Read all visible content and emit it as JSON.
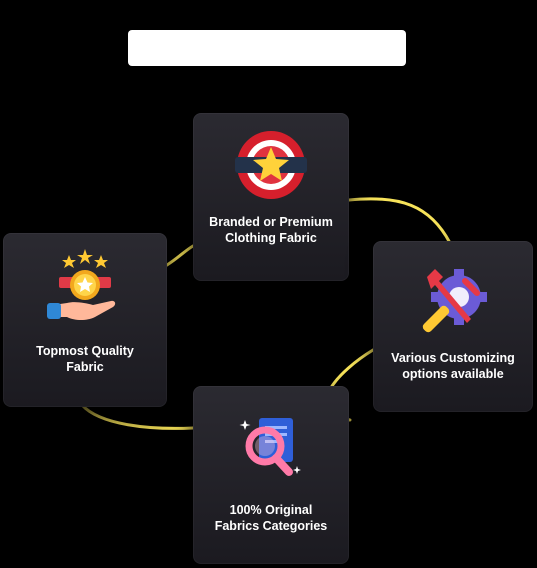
{
  "colors": {
    "background": "#000000",
    "connector": "#f7e35a",
    "card_top": "#2b2a31",
    "card_bottom": "#1b1a20",
    "text": "#ffffff"
  },
  "cards": {
    "branded": {
      "label_line1": "Branded or Premium",
      "label_line2": "Clothing Fabric",
      "icon": "star-seal-badge-icon"
    },
    "topmost": {
      "label_line1": "Topmost Quality",
      "label_line2": "Fabric",
      "icon": "medal-hand-icon"
    },
    "custom": {
      "label_line1": "Various Customizing",
      "label_line2": "options available",
      "icon": "gear-tools-icon"
    },
    "original": {
      "label_line1": "100% Original",
      "label_line2": "Fabrics Categories",
      "icon": "magnifier-document-icon"
    }
  }
}
